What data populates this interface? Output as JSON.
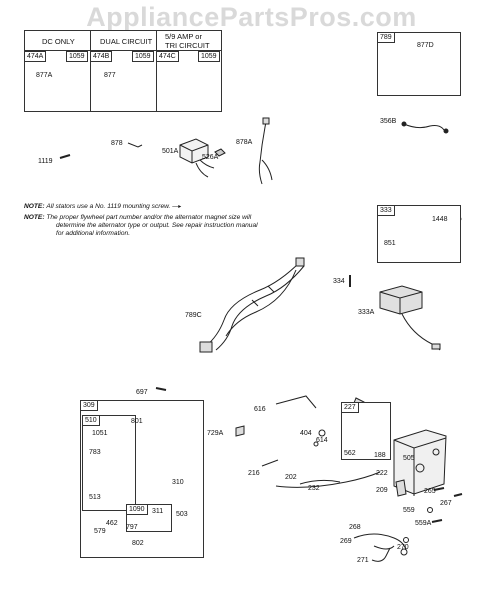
{
  "watermark": "AppliancePartsPros.com",
  "stator_table": {
    "headers": [
      "DC ONLY",
      "DUAL CIRCUIT",
      "5/9  AMP  or",
      "TRI CIRCUIT"
    ],
    "cells": [
      "474A",
      "1059",
      "474B",
      "1059",
      "474C",
      "1059"
    ],
    "parts": [
      "877A",
      "877"
    ]
  },
  "notes": {
    "note_label": "NOTE:",
    "note1": "All stators use a No. 1119 mounting screw.",
    "note2_line1": "The proper flywheel part number and/or the alternator magnet size will",
    "note2_line2": "determine the alternator type or output. See repair instruction manual",
    "note2_line3": "for additional information."
  },
  "boxes": {
    "b789": "789",
    "b333": "333",
    "b309": "309",
    "b510": "510",
    "b1090": "1090",
    "b227": "227"
  },
  "labels": {
    "l877D": "877D",
    "l356B": "356B",
    "l878": "878",
    "l878A": "878A",
    "l501A": "501A",
    "l526A": "526A",
    "l1119": "1119",
    "l1448": "1448",
    "l851": "851",
    "l334": "334",
    "l333A": "333A",
    "l789C": "789C",
    "l697": "697",
    "l801": "801",
    "l1051": "1051",
    "l783": "783",
    "l513": "513",
    "l310": "310",
    "l311": "311",
    "l462": "462",
    "l579": "579",
    "l797": "797",
    "l802": "802",
    "l503": "503",
    "l616": "616",
    "l729A": "729A",
    "l404": "404",
    "l614": "614",
    "l562": "562",
    "l505": "505",
    "l188": "188",
    "l216": "216",
    "l202": "202",
    "l232": "232",
    "l222": "222",
    "l209": "209",
    "l265": "265",
    "l267": "267",
    "l559": "559",
    "l559A": "559A",
    "l268": "268",
    "l269": "269",
    "l270": "270",
    "l271": "271"
  }
}
